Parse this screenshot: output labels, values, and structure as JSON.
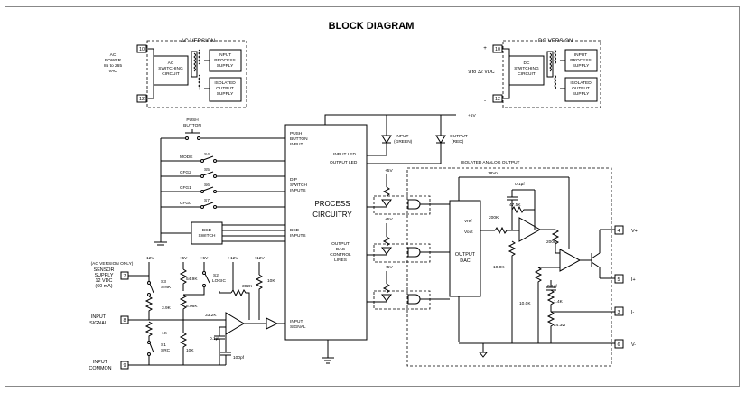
{
  "title": "BLOCK DIAGRAM",
  "ac": {
    "version_label": "AC VERSION",
    "power_label": [
      "AC",
      "POWER",
      "85 to 265",
      "VAC"
    ],
    "switching": [
      "AC",
      "SWITCHING",
      "CIRCUIT"
    ],
    "input_supply": [
      "INPUT",
      "PROCESS",
      "SUPPLY"
    ],
    "output_supply": [
      "ISOLATED",
      "OUTPUT",
      "SUPPLY"
    ],
    "pin_top": "10",
    "pin_bottom": "12"
  },
  "dc": {
    "version_label": "DC VERSION",
    "power_label": "9 to 32 VDC",
    "plus": "+",
    "minus": "-",
    "switching": [
      "DC",
      "SWITCHING",
      "CIRCUIT"
    ],
    "input_supply": [
      "INPUT",
      "PROCESS",
      "SUPPLY"
    ],
    "output_supply": [
      "ISOLATED",
      "OUTPUT",
      "SUPPLY"
    ],
    "pin_top": "10",
    "pin_bottom": "12"
  },
  "process": {
    "title": [
      "PROCESS",
      "CIRCUITRY"
    ],
    "push_input": [
      "PUSH",
      "BUTTON",
      "INPUT"
    ],
    "dip_inputs": [
      "DIP",
      "SWITCH",
      "INPUTS"
    ],
    "bcd_inputs": [
      "BCD",
      "INPUTS"
    ],
    "input_signal": [
      "INPUT",
      "SIGNAL"
    ],
    "input_led": "INPUT LED",
    "output_led": "OUTPUT LED",
    "output_dac": [
      "OUTPUT",
      "DAC",
      "CONTROL",
      "LINES"
    ]
  },
  "controls": {
    "push_button": [
      "PUSH",
      "BUTTON"
    ],
    "switches": [
      {
        "label": "MODE",
        "id": "S4"
      },
      {
        "label": "CFG2",
        "id": "S5"
      },
      {
        "label": "CFG1",
        "id": "S6"
      },
      {
        "label": "CFG0",
        "id": "S7"
      }
    ],
    "bcd_switch": [
      "BCD",
      "SWITCH"
    ]
  },
  "leds": {
    "supply": "+5V",
    "input": [
      "INPUT",
      "(GREEN)"
    ],
    "output": [
      "OUTPUT",
      "(RED)"
    ]
  },
  "sensor": {
    "heading": [
      "(AC VERSION ONLY)",
      "SENSOR",
      "SUPPLY",
      "12 VDC",
      "(60 mA)"
    ],
    "pin": "7"
  },
  "input_signal": {
    "label": [
      "INPUT",
      "SIGNAL"
    ],
    "pin": "8"
  },
  "input_common": {
    "label": [
      "INPUT",
      "COMMON"
    ],
    "pin": "9"
  },
  "input_circuit": {
    "rails": [
      "+12V",
      "+5V",
      "+5V",
      "+12V",
      "+12V"
    ],
    "s3": [
      "S3",
      "SINK"
    ],
    "s1": [
      "S1",
      "SRC"
    ],
    "s2": [
      "S2",
      "LOGIC"
    ],
    "r_3_9k": "3.9K",
    "r_1k": "1K",
    "r_54_9k": "54.9K",
    "r_8_06k": "8.06K",
    "r_33_2k": "33.2K",
    "r_392k": "392K",
    "r_10k_a": "10K",
    "r_10k_b": "10K",
    "c_01uf": "0.1µf",
    "c_100pf": "100pf"
  },
  "analog_output": {
    "title": "ISOLATED ANALOG OUTPUT",
    "supply": "18Vo",
    "plus5": [
      "+5V",
      "+5V",
      "+5V"
    ],
    "dac": [
      "OUTPUT",
      "DAC"
    ],
    "vref": "Vref",
    "vout": "Vout",
    "c1": "0.1µf",
    "r_47_5k": "47.5K",
    "r_200k_a": "200K",
    "r_200k_b": "200K",
    "r_10k_a": "10.0K",
    "r_10k_b": "10.0K",
    "c2": "0.1µf",
    "r_14k": "1.4K",
    "r_243": "24.3Ω",
    "terminals": [
      {
        "pin": "4",
        "label": "V+"
      },
      {
        "pin": "5",
        "label": "I+"
      },
      {
        "pin": "3",
        "label": "I-"
      },
      {
        "pin": "6",
        "label": "V-"
      }
    ]
  }
}
